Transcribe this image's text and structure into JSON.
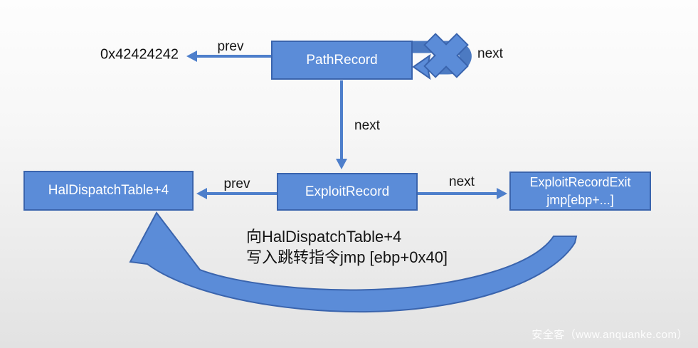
{
  "diagram": {
    "nodes": {
      "path_record": "PathRecord",
      "hal_dispatch": "HalDispatchTable+4",
      "exploit_record": "ExploitRecord",
      "exploit_record_exit_line1": "ExploitRecordExit",
      "exploit_record_exit_line2": "jmp[ebp+...]",
      "dangling_pointer": "0x42424242"
    },
    "labels": {
      "prev_top": "prev",
      "next_top": "next",
      "next_down": "next",
      "prev_mid": "prev",
      "next_mid": "next"
    },
    "annotation": {
      "line1": "向HalDispatchTable+4",
      "line2": "写入跳转指令jmp [ebp+0x40]"
    },
    "colors": {
      "box_fill": "#5b8cd8",
      "box_border": "#3a64ad",
      "arrow_stroke": "#4e7fcb",
      "uturn_band": "#4c7ac2",
      "text_black": "#151515",
      "text_white": "#ffffff"
    },
    "icons": {
      "broken_link_x": "broken-link-x-icon"
    }
  },
  "watermark": "安全客（www.anquanke.com）"
}
